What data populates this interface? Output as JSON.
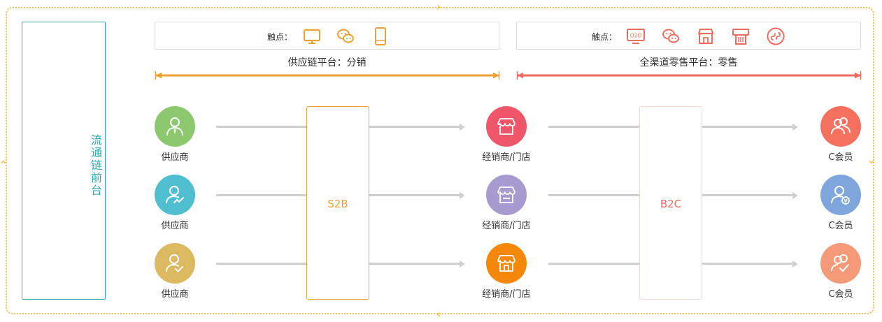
{
  "left_panel": {
    "title": "流通链前台"
  },
  "supply_touch": {
    "label": "触点：",
    "icons": [
      "monitor-icon",
      "wechat-icon",
      "phone-icon"
    ],
    "color": "#f0a030"
  },
  "retail_touch": {
    "label": "触点：",
    "icons": [
      "o2o-icon",
      "wechat-icon",
      "store-icon",
      "pos-icon",
      "miniprogram-icon"
    ],
    "color": "#f06b5e"
  },
  "supply_platform": {
    "label": "供应链平台：分销",
    "color": "#f0a030"
  },
  "retail_platform": {
    "label": "全渠道零售平台：零售",
    "color": "#f06b5e"
  },
  "suppliers": [
    {
      "label": "供应商",
      "color": "#8dc86e",
      "icon": "supplier-tie-icon"
    },
    {
      "label": "供应商",
      "color": "#4fbfcf",
      "icon": "supplier-growth-icon"
    },
    {
      "label": "供应商",
      "color": "#dcb860",
      "icon": "supplier-check-icon"
    }
  ],
  "dealers": [
    {
      "label": "经销商/门店",
      "color": "#f0566a",
      "icon": "shop-icon"
    },
    {
      "label": "经销商/门店",
      "color": "#a79ad0",
      "icon": "shop-icon"
    },
    {
      "label": "经销商/门店",
      "color": "#f5880a",
      "icon": "shop-icon"
    }
  ],
  "members": [
    {
      "label": "C会员",
      "color": "#f5705e",
      "icon": "members-icon"
    },
    {
      "label": "C会员",
      "color": "#7fa6dc",
      "icon": "member-vip-icon"
    },
    {
      "label": "C会员",
      "color": "#f59a78",
      "icon": "member-check-icon"
    }
  ],
  "s2b": {
    "label": "S2B",
    "color": "#f0a030"
  },
  "b2c": {
    "label": "B2C",
    "color": "#f06b5e"
  }
}
